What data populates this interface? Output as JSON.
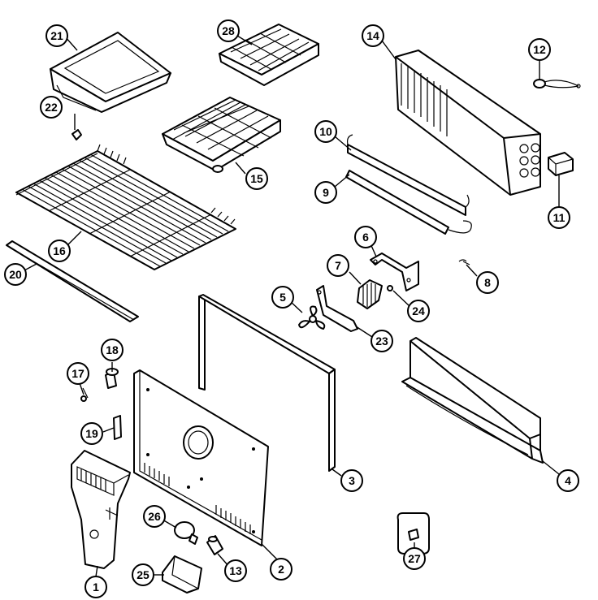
{
  "callouts": [
    {
      "id": "c21",
      "label": "21"
    },
    {
      "id": "c28",
      "label": "28"
    },
    {
      "id": "c14",
      "label": "14"
    },
    {
      "id": "c12",
      "label": "12"
    },
    {
      "id": "c22",
      "label": "22"
    },
    {
      "id": "c15",
      "label": "15"
    },
    {
      "id": "c10",
      "label": "10"
    },
    {
      "id": "c9",
      "label": "9"
    },
    {
      "id": "c11",
      "label": "11"
    },
    {
      "id": "c16",
      "label": "16"
    },
    {
      "id": "c20",
      "label": "20"
    },
    {
      "id": "c6",
      "label": "6"
    },
    {
      "id": "c7",
      "label": "7"
    },
    {
      "id": "c8",
      "label": "8"
    },
    {
      "id": "c24",
      "label": "24"
    },
    {
      "id": "c5",
      "label": "5"
    },
    {
      "id": "c23",
      "label": "23"
    },
    {
      "id": "c18",
      "label": "18"
    },
    {
      "id": "c17",
      "label": "17"
    },
    {
      "id": "c19",
      "label": "19"
    },
    {
      "id": "c3",
      "label": "3"
    },
    {
      "id": "c4",
      "label": "4"
    },
    {
      "id": "c26",
      "label": "26"
    },
    {
      "id": "c13",
      "label": "13"
    },
    {
      "id": "c2",
      "label": "2"
    },
    {
      "id": "c27",
      "label": "27"
    },
    {
      "id": "c25",
      "label": "25"
    },
    {
      "id": "c1",
      "label": "1"
    }
  ]
}
